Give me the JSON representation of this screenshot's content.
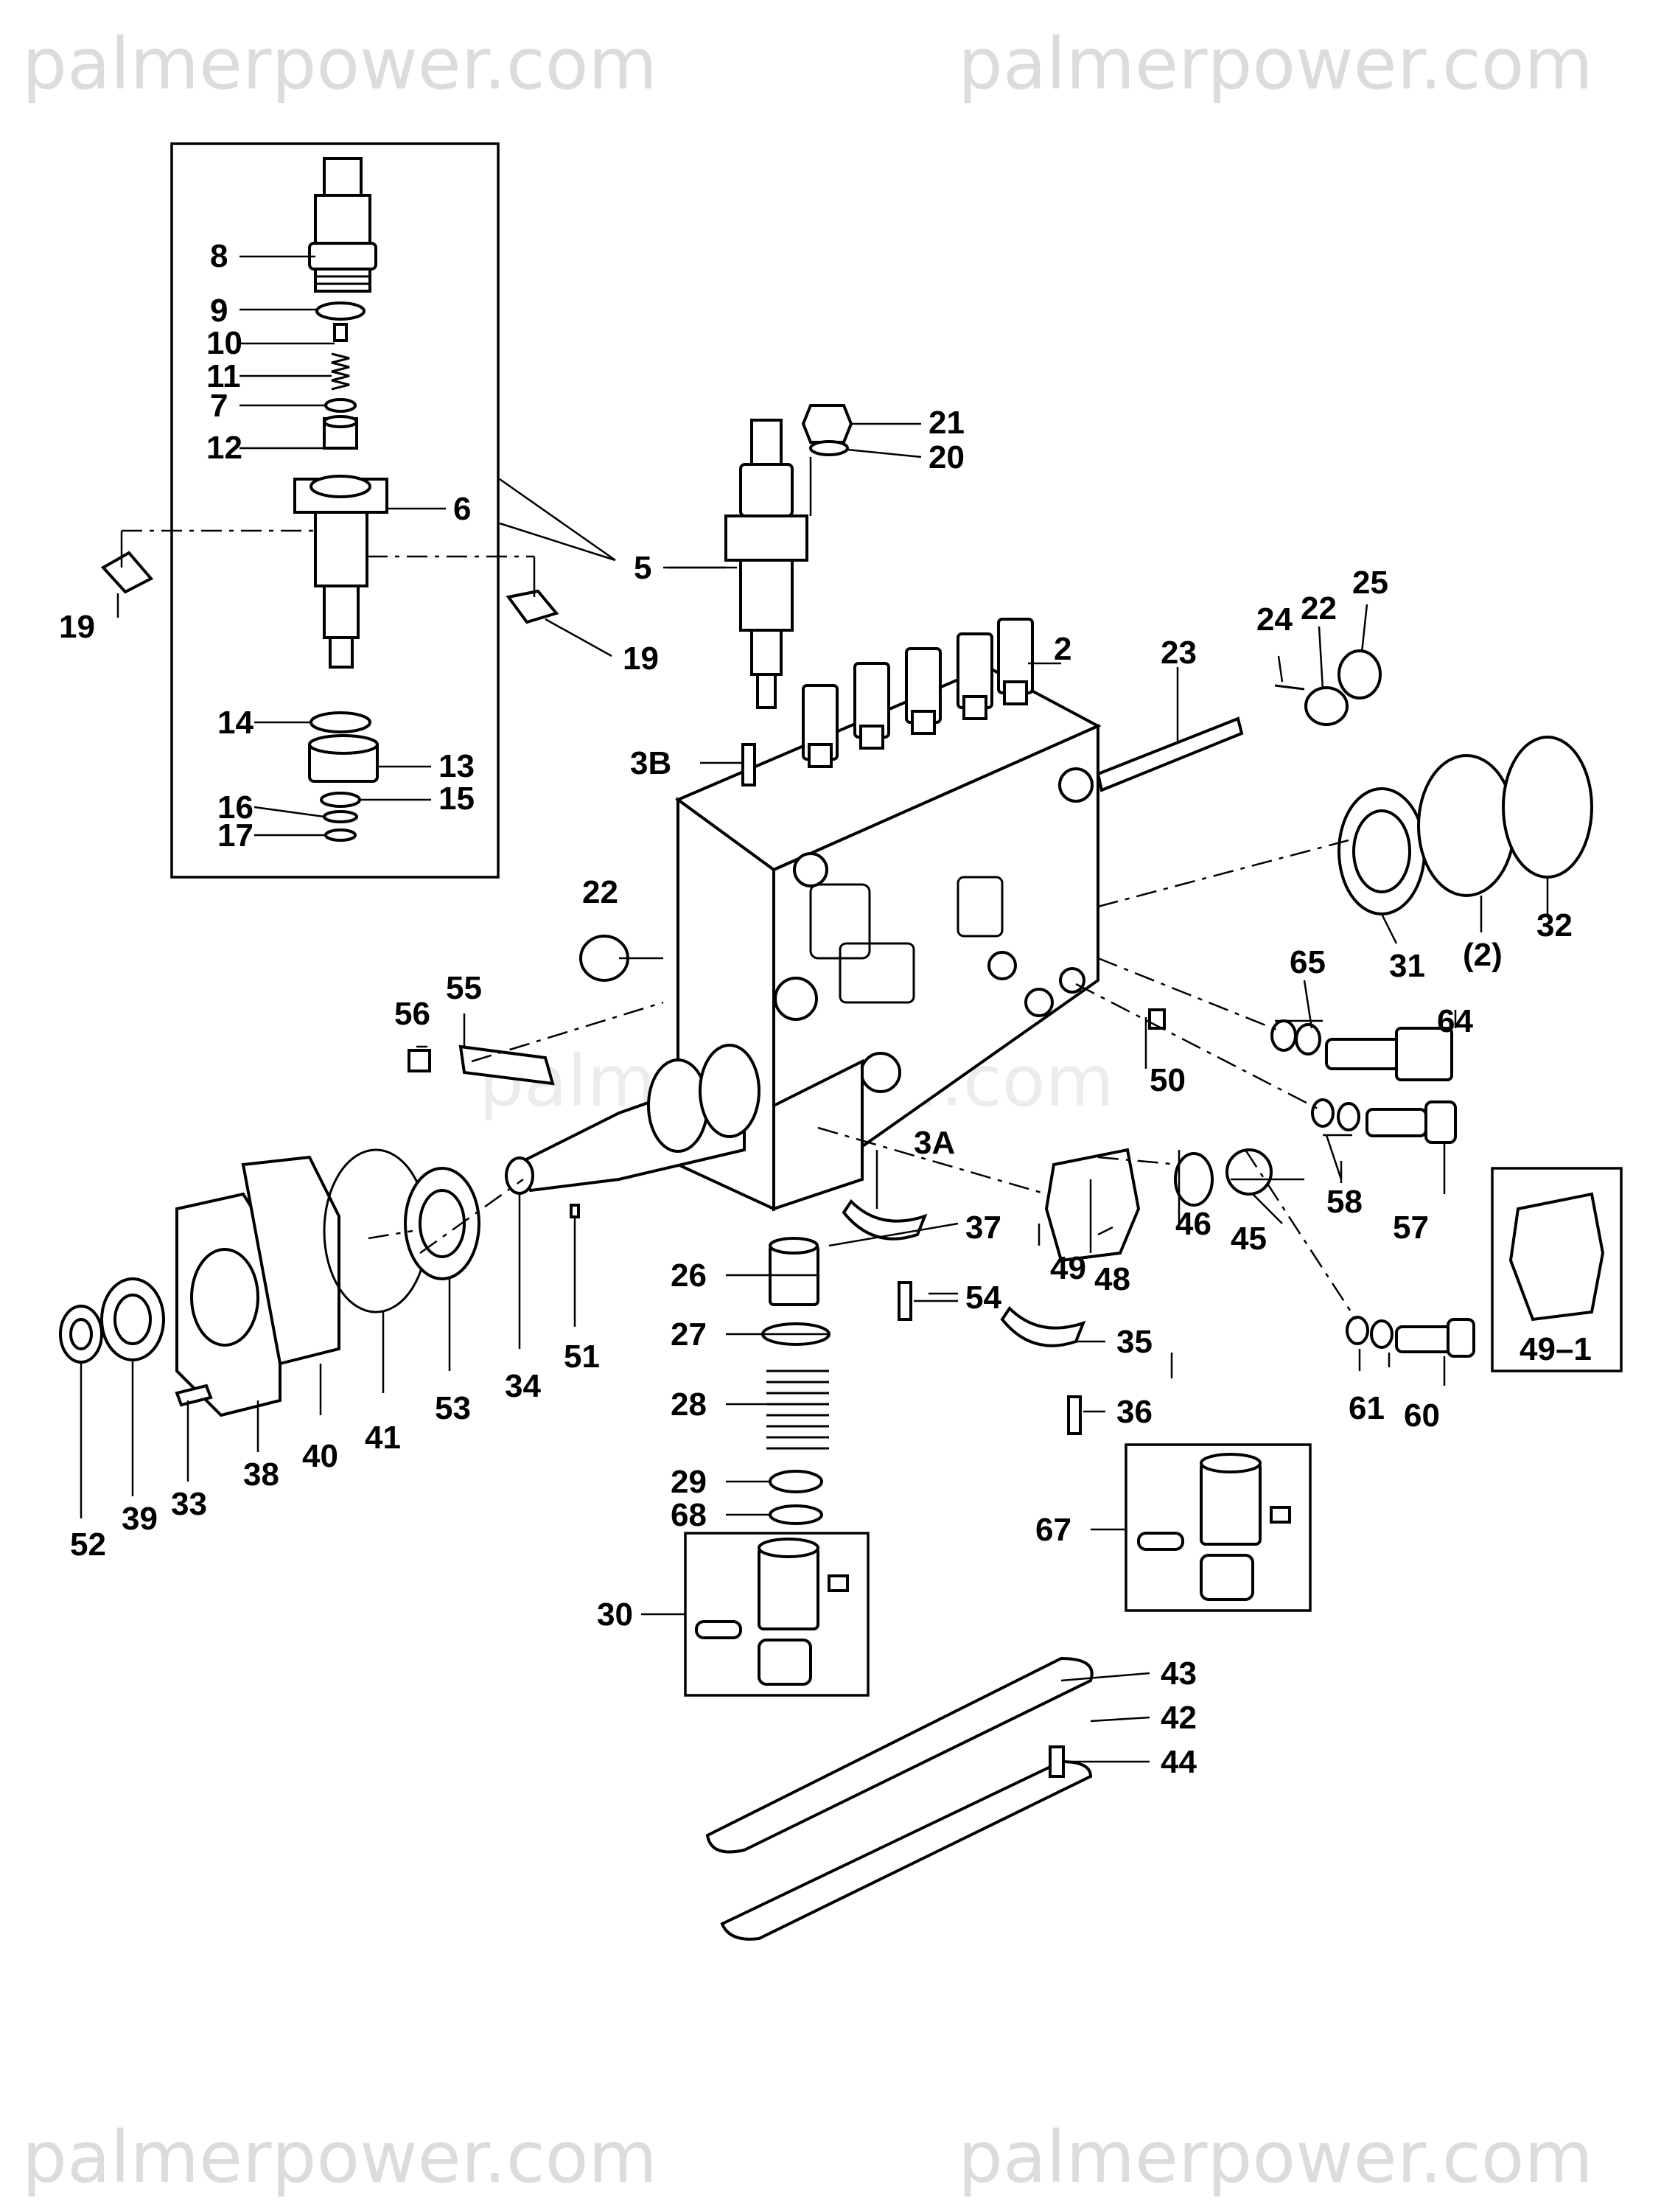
{
  "watermarks": {
    "top_left": "palmerpower.com",
    "top_right": "palmerpower.com",
    "center": "palmerpower.com",
    "bottom_left": "palmerpower.com",
    "bottom_right": "palmerpower.com"
  },
  "callouts": {
    "c2": "2",
    "c2p": "(2)",
    "c3A": "3A",
    "c3B": "3B",
    "c5": "5",
    "c6": "6",
    "c7": "7",
    "c8": "8",
    "c9": "9",
    "c10": "10",
    "c11": "11",
    "c12": "12",
    "c13": "13",
    "c14": "14",
    "c15": "15",
    "c16": "16",
    "c17": "17",
    "c19a": "19",
    "c19b": "19",
    "c20": "20",
    "c21": "21",
    "c22a": "22",
    "c22b": "22",
    "c23": "23",
    "c24": "24",
    "c25": "25",
    "c26": "26",
    "c27": "27",
    "c28": "28",
    "c29": "29",
    "c30": "30",
    "c31": "31",
    "c32": "32",
    "c33": "33",
    "c34": "34",
    "c35": "35",
    "c36": "36",
    "c37": "37",
    "c38": "38",
    "c39": "39",
    "c40": "40",
    "c41": "41",
    "c42": "42",
    "c43": "43",
    "c44": "44",
    "c45": "45",
    "c46": "46",
    "c48": "48",
    "c49": "49",
    "c49_1": "49–1",
    "c50": "50",
    "c51": "51",
    "c52": "52",
    "c53": "53",
    "c54": "54",
    "c55": "55",
    "c56": "56",
    "c57": "57",
    "c58": "58",
    "c60": "60",
    "c61": "61",
    "c64": "64",
    "c65": "65",
    "c67": "67",
    "c68": "68"
  }
}
